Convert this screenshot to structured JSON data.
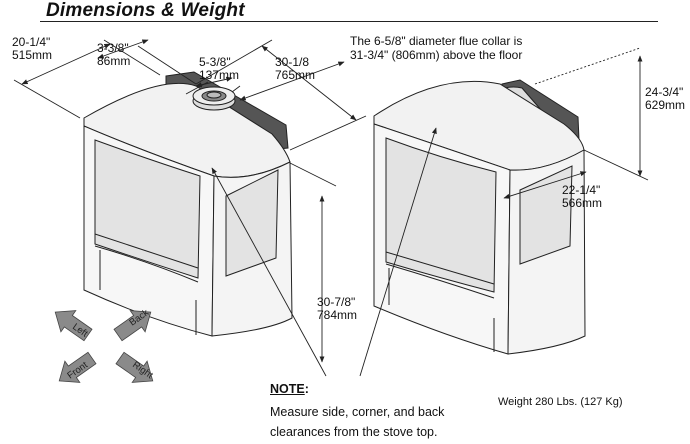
{
  "heading": "Dimensions & Weight",
  "dimensions": {
    "overall_depth": {
      "imperial": "20-1/4\"",
      "metric": "515mm"
    },
    "flue_offset": {
      "imperial": "3-3/8\"",
      "metric": "86mm"
    },
    "flue_collar": {
      "imperial": "5-3/8\"",
      "metric": "137mm"
    },
    "overall_width": {
      "imperial": "30-1/8",
      "metric": "765mm"
    },
    "leg_height": {
      "imperial": "30-7/8\"",
      "metric": "784mm"
    },
    "rear_height": {
      "imperial": "24-3/4\"",
      "metric": "629mm"
    },
    "side_depth": {
      "imperial": "22-1/4\"",
      "metric": "566mm"
    }
  },
  "flue_note": [
    "The 6-5/8\" diameter flue collar is",
    "31-3/4\" (806mm) above the floor"
  ],
  "note": {
    "title": "NOTE",
    "title_suffix": ":",
    "lines": [
      "Measure side, corner, and back",
      "clearances from the stove top."
    ]
  },
  "weight": "Weight 280 Lbs. (127 Kg)",
  "directions": {
    "left": "Left",
    "back": "Back",
    "front": "Front",
    "right": "Right"
  }
}
